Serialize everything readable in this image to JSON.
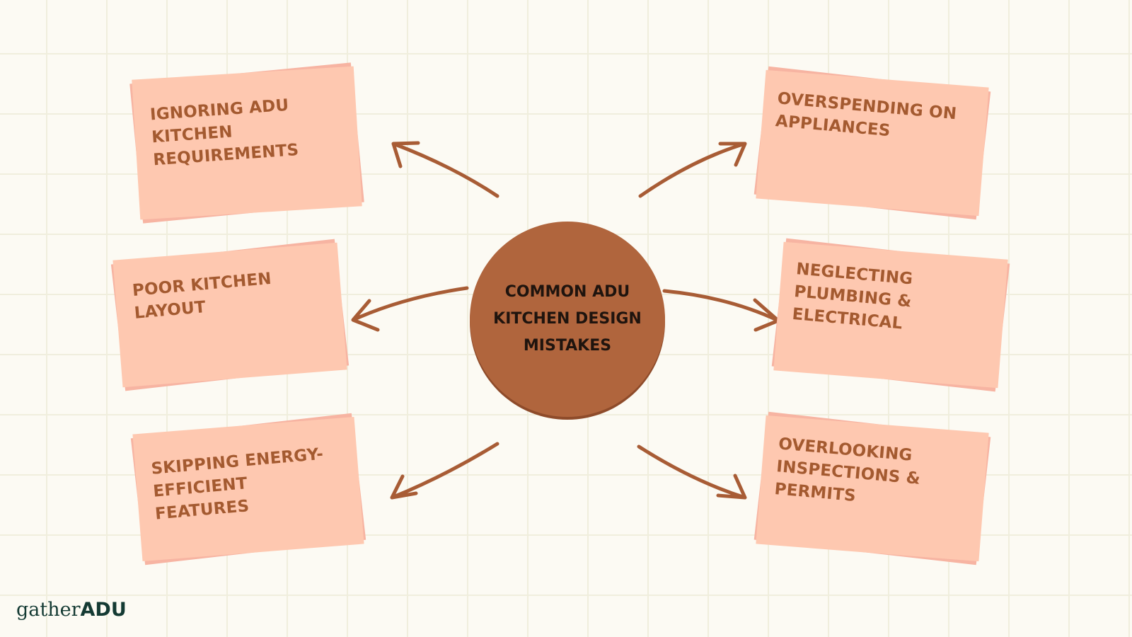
{
  "center": {
    "title": "COMMON ADU KITCHEN DESIGN MISTAKES"
  },
  "nodes": [
    {
      "label": "IGNORING ADU KITCHEN REQUIREMENTS"
    },
    {
      "label": "POOR KITCHEN LAYOUT"
    },
    {
      "label": "SKIPPING ENERGY-EFFICIENT FEATURES"
    },
    {
      "label": "OVERSPENDING ON APPLIANCES"
    },
    {
      "label": "NEGLECTING PLUMBING & ELECTRICAL"
    },
    {
      "label": "OVERLOOKING INSPECTIONS & PERMITS"
    }
  ],
  "brand": {
    "part1": "gather",
    "part2": "ADU"
  },
  "colors": {
    "arrow": "#a85c35",
    "circle": "#b0653d",
    "note_front": "#fec8b0",
    "note_back": "#f7b4a2",
    "note_text": "#a45a30"
  }
}
